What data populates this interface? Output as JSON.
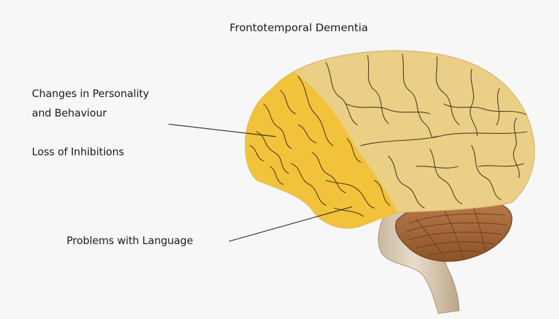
{
  "title": "Frontotemporal Dementia",
  "labels": {
    "personality_line1": "Changes in Personality",
    "personality_line2": "and Behaviour",
    "inhibitions": "Loss of Inhibitions",
    "language": "Problems with Language"
  },
  "colors": {
    "background": "#f7f7f7",
    "brain_base": "#ebcf86",
    "affected_region": "#f2c234",
    "cerebellum": "#a46a3c",
    "brainstem": "#e3d2bb",
    "gyri_lines": "#4a3a22",
    "pointer_lines": "#222222"
  }
}
